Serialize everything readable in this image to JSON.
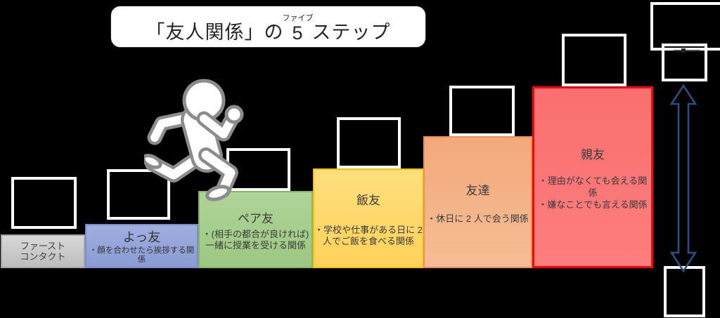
{
  "background": "#000000",
  "title": {
    "prefix": "「友人関係」の",
    "number": "5",
    "ruby": "ファイブ",
    "suffix": "ステップ",
    "bg": "#FFFFFF",
    "text_color": "#262626"
  },
  "figure": {
    "name": "running-person",
    "outline": "#8C8C8C",
    "fill": "#FFFFFF"
  },
  "arrow": {
    "direction": "vertical-double-headed",
    "color": "#2E4E7E"
  },
  "frames": {
    "count": 9,
    "border_color": "#FFFFFF"
  },
  "steps": [
    {
      "label_lines": [
        "ファースト",
        "コンタクト"
      ],
      "colors": {
        "fill_top": "#D8D8D8",
        "fill_bottom": "#BDBDBD",
        "border": "#A6A6A6",
        "text": "#404040"
      }
    },
    {
      "title": "よっ友",
      "desc": [
        "・顔を合わせたら挨拶する関係"
      ],
      "colors": {
        "fill_top": "#A0AFDF",
        "fill_bottom": "#8A9BD3",
        "border": "#7B8DC9",
        "text": "#333333"
      }
    },
    {
      "title": "ペア友",
      "desc": [
        "・(相手の都合が良ければ)",
        "一緒に授業を受ける関係"
      ],
      "colors": {
        "fill_top": "#AFD498",
        "fill_bottom": "#9CC781",
        "border": "#86B566",
        "text": "#3B3B3B"
      }
    },
    {
      "title": "飯友",
      "desc": [
        "・学校や仕事がある日に 2",
        "人でご飯を食べる関係"
      ],
      "colors": {
        "fill_top": "#FFDF7E",
        "fill_bottom": "#FFD25A",
        "border": "#FFC000",
        "text": "#3B3B3B"
      }
    },
    {
      "title": "友達",
      "desc": [
        "・休日に 2 人で会う関係"
      ],
      "colors": {
        "fill_top": "#F2A97C",
        "fill_bottom": "#F6BD94",
        "border": "#ED8E53",
        "text": "#3B3B3B"
      }
    },
    {
      "title": "親友",
      "desc": [
        "・理由がなくても会える関係",
        "・嫌なことでも言える関係"
      ],
      "colors": {
        "fill_top": "#FA6F6F",
        "fill_bottom": "#FC7E7E",
        "border": "#FF0000",
        "text": "#3B3B3B"
      }
    }
  ]
}
